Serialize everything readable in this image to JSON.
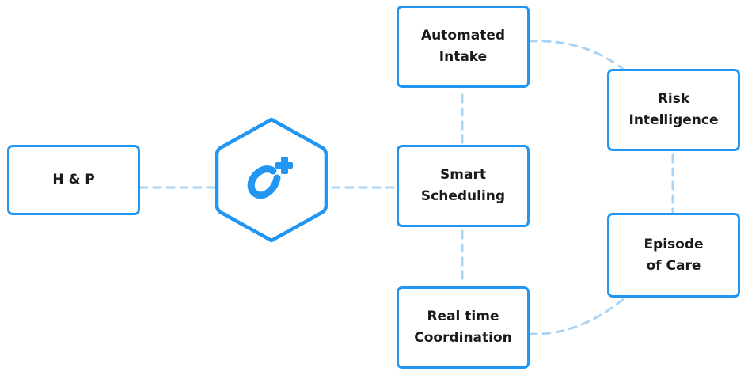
{
  "colors": {
    "accent": "#2196f3",
    "connector": "#a8d4f6",
    "text": "#1a1a1a",
    "background": "#ffffff"
  },
  "hub": {
    "icon": "logo-icon"
  },
  "nodes": {
    "hp": "H & P",
    "intake": "Automated\nIntake",
    "scheduling": "Smart\nScheduling",
    "coordination": "Real time\nCoordination",
    "risk": "Risk\nIntelligence",
    "episode": "Episode\nof Care"
  }
}
